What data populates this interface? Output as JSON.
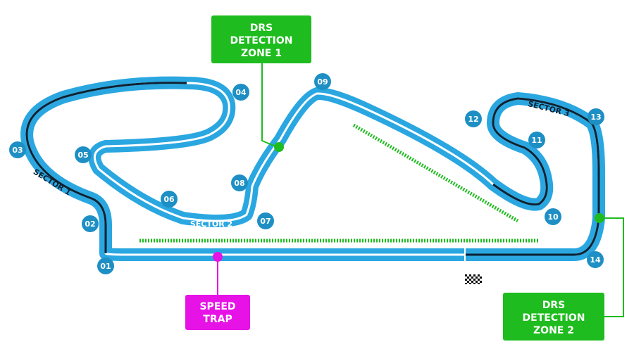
{
  "colors": {
    "track_outer": "#2aa7e0",
    "track_inner": "#ffffff",
    "track_center": "#1a6fa0",
    "sector_line": "#0c2233",
    "drs_green": "#1ebc1e",
    "speed_trap": "#e612e6",
    "corner_fill": "#1e8fc4"
  },
  "corners": [
    {
      "num": "01"
    },
    {
      "num": "02"
    },
    {
      "num": "03"
    },
    {
      "num": "04"
    },
    {
      "num": "05"
    },
    {
      "num": "06"
    },
    {
      "num": "07"
    },
    {
      "num": "08"
    },
    {
      "num": "09"
    },
    {
      "num": "10"
    },
    {
      "num": "11"
    },
    {
      "num": "12"
    },
    {
      "num": "13"
    },
    {
      "num": "14"
    }
  ],
  "sectors": {
    "sector1": "SECTOR 1",
    "sector2": "SECTOR 2",
    "sector3": "SECTOR 3"
  },
  "drs_zone_1": {
    "lines": [
      "DRS",
      "DETECTION",
      "ZONE 1"
    ]
  },
  "drs_zone_2": {
    "lines": [
      "DRS",
      "DETECTION",
      "ZONE 2"
    ]
  },
  "speed_trap": {
    "lines": [
      "SPEED",
      "TRAP"
    ]
  },
  "icons": {
    "finish": "checkered-flag-icon"
  }
}
